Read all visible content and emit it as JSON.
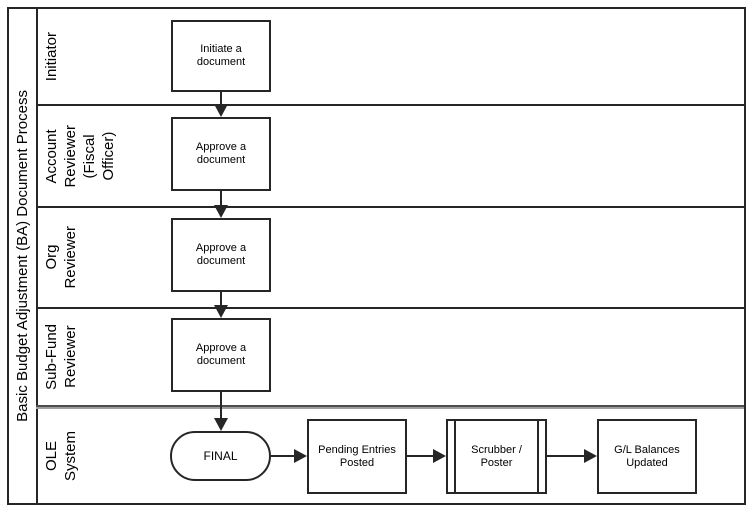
{
  "diagram_title": "Basic Budget Adjustment (BA) Document Process",
  "lanes": [
    {
      "name": "Initiator",
      "label_lines": [
        "Initiator"
      ]
    },
    {
      "name": "Account Reviewer (Fiscal Officer)",
      "label_lines": [
        "Account",
        "Reviewer",
        "(Fiscal",
        "Officer)"
      ]
    },
    {
      "name": "Org Reviewer",
      "label_lines": [
        "Org",
        "Reviewer"
      ]
    },
    {
      "name": "Sub-Fund Reviewer",
      "label_lines": [
        "Sub-Fund",
        "Reviewer"
      ]
    },
    {
      "name": "OLE System",
      "label_lines": [
        "OLE",
        "System"
      ]
    }
  ],
  "nodes": {
    "initiate": {
      "line1": "Initiate a",
      "line2": "document",
      "shape": "process"
    },
    "approve_account": {
      "line1": "Approve a",
      "line2": "document",
      "shape": "process"
    },
    "approve_org": {
      "line1": "Approve a",
      "line2": "document",
      "shape": "process"
    },
    "approve_subfund": {
      "line1": "Approve a",
      "line2": "document",
      "shape": "process"
    },
    "final": {
      "label": "FINAL",
      "shape": "terminator"
    },
    "pending_entries": {
      "line1": "Pending Entries",
      "line2": "Posted",
      "shape": "process"
    },
    "scrubber_poster": {
      "line1": "Scrubber /",
      "line2": "Poster",
      "shape": "predefined-process"
    },
    "gl_balances": {
      "line1": "G/L Balances",
      "line2": "Updated",
      "shape": "process"
    }
  },
  "flow": [
    "initiate -> approve_account",
    "approve_account -> approve_org",
    "approve_org -> approve_subfund",
    "approve_subfund -> final",
    "final -> pending_entries",
    "pending_entries -> scrubber_poster",
    "scrubber_poster -> gl_balances"
  ],
  "colors": {
    "line": "#262626",
    "lane_divider_dark": "#4d4d4d",
    "lane_divider_light": "#9e9e9e",
    "background": "#ffffff"
  }
}
